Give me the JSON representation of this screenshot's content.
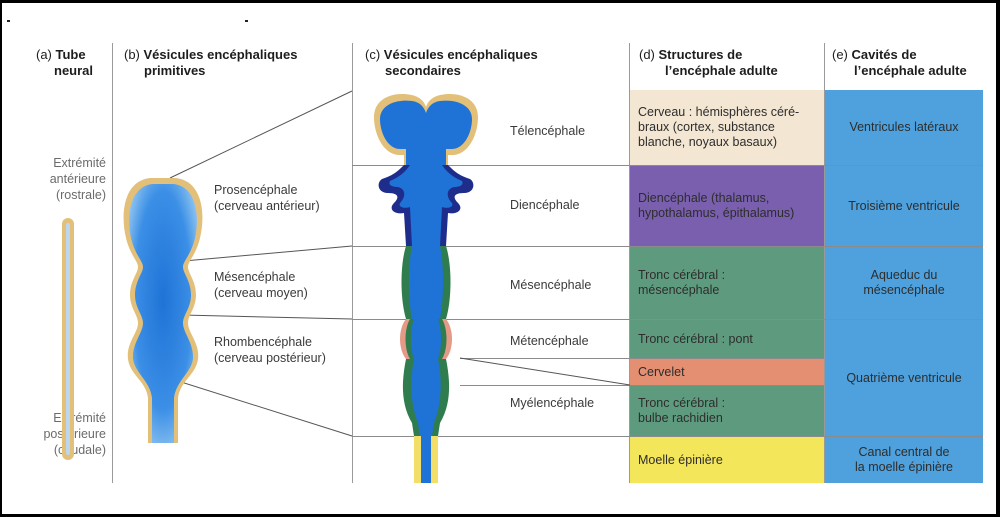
{
  "columns": {
    "a": {
      "letter": "(a)",
      "line1": "Tube",
      "line2": "neural"
    },
    "b": {
      "letter": "(b)",
      "line1": "Vésicules encéphaliques",
      "line2": "primitives"
    },
    "c": {
      "letter": "(c)",
      "line1": "Vésicules encéphaliques",
      "line2": "secondaires"
    },
    "d": {
      "letter": "(d)",
      "line1": "Structures de",
      "line2": "l’encéphale adulte"
    },
    "e": {
      "letter": "(e)",
      "line1": "Cavités de",
      "line2": "l’encéphale adulte"
    }
  },
  "neural_tube": {
    "anterior": [
      "Extrémité",
      "antérieure",
      "(rostrale)"
    ],
    "posterior": [
      "Extrémité",
      "postérieure",
      "(caudale)"
    ]
  },
  "primary_vesicles": [
    {
      "name": "Prosencéphale",
      "sub": "(cerveau antérieur)"
    },
    {
      "name": "Mésencéphale",
      "sub": "(cerveau moyen)"
    },
    {
      "name": "Rhombencéphale",
      "sub": "(cerveau postérieur)"
    }
  ],
  "secondary_vesicles": [
    "Télencéphale",
    "Diencéphale",
    "Mésencéphale",
    "Métencéphale",
    "Myélencéphale"
  ],
  "adult_structures": [
    {
      "lines": [
        "Cerveau : hémisphères céré-",
        "braux (cortex, substance",
        "blanche, noyaux basaux)"
      ],
      "color": "#f3e6d2"
    },
    {
      "lines": [
        "Diencéphale (thalamus,",
        "hypothalamus, épithalamus)"
      ],
      "color": "#7a5fae"
    },
    {
      "lines": [
        "Tronc cérébral :",
        "mésencéphale"
      ],
      "color": "#5e9b7e"
    },
    {
      "lines": [
        "Tronc cérébral : pont"
      ],
      "color": "#5e9b7e"
    },
    {
      "lines": [
        "Cervelet"
      ],
      "color": "#e48f72"
    },
    {
      "lines": [
        "Tronc cérébral :",
        "bulbe rachidien"
      ],
      "color": "#5e9b7e"
    },
    {
      "lines": [
        "Moelle épinière"
      ],
      "color": "#f3e65a"
    }
  ],
  "adult_cavities": [
    {
      "lines": [
        "Ventricules latéraux"
      ]
    },
    {
      "lines": [
        "Troisième ventricule"
      ]
    },
    {
      "lines": [
        "Aqueduc du",
        "mésencéphale"
      ]
    },
    {
      "lines": [
        "Quatrième ventricule"
      ]
    },
    {
      "lines": [
        "Canal central de",
        "la moelle épinière"
      ]
    }
  ],
  "colors": {
    "cavity_blue": "#4ea1dd",
    "lumen_blue": "#1f73d6",
    "wall_tan": "#e3c07a",
    "diencephalon_navy": "#1e2d8c",
    "brainstem_green": "#2f7d4f",
    "pons_salmon": "#e49a86",
    "spinal_yellow": "#f2df6a"
  }
}
